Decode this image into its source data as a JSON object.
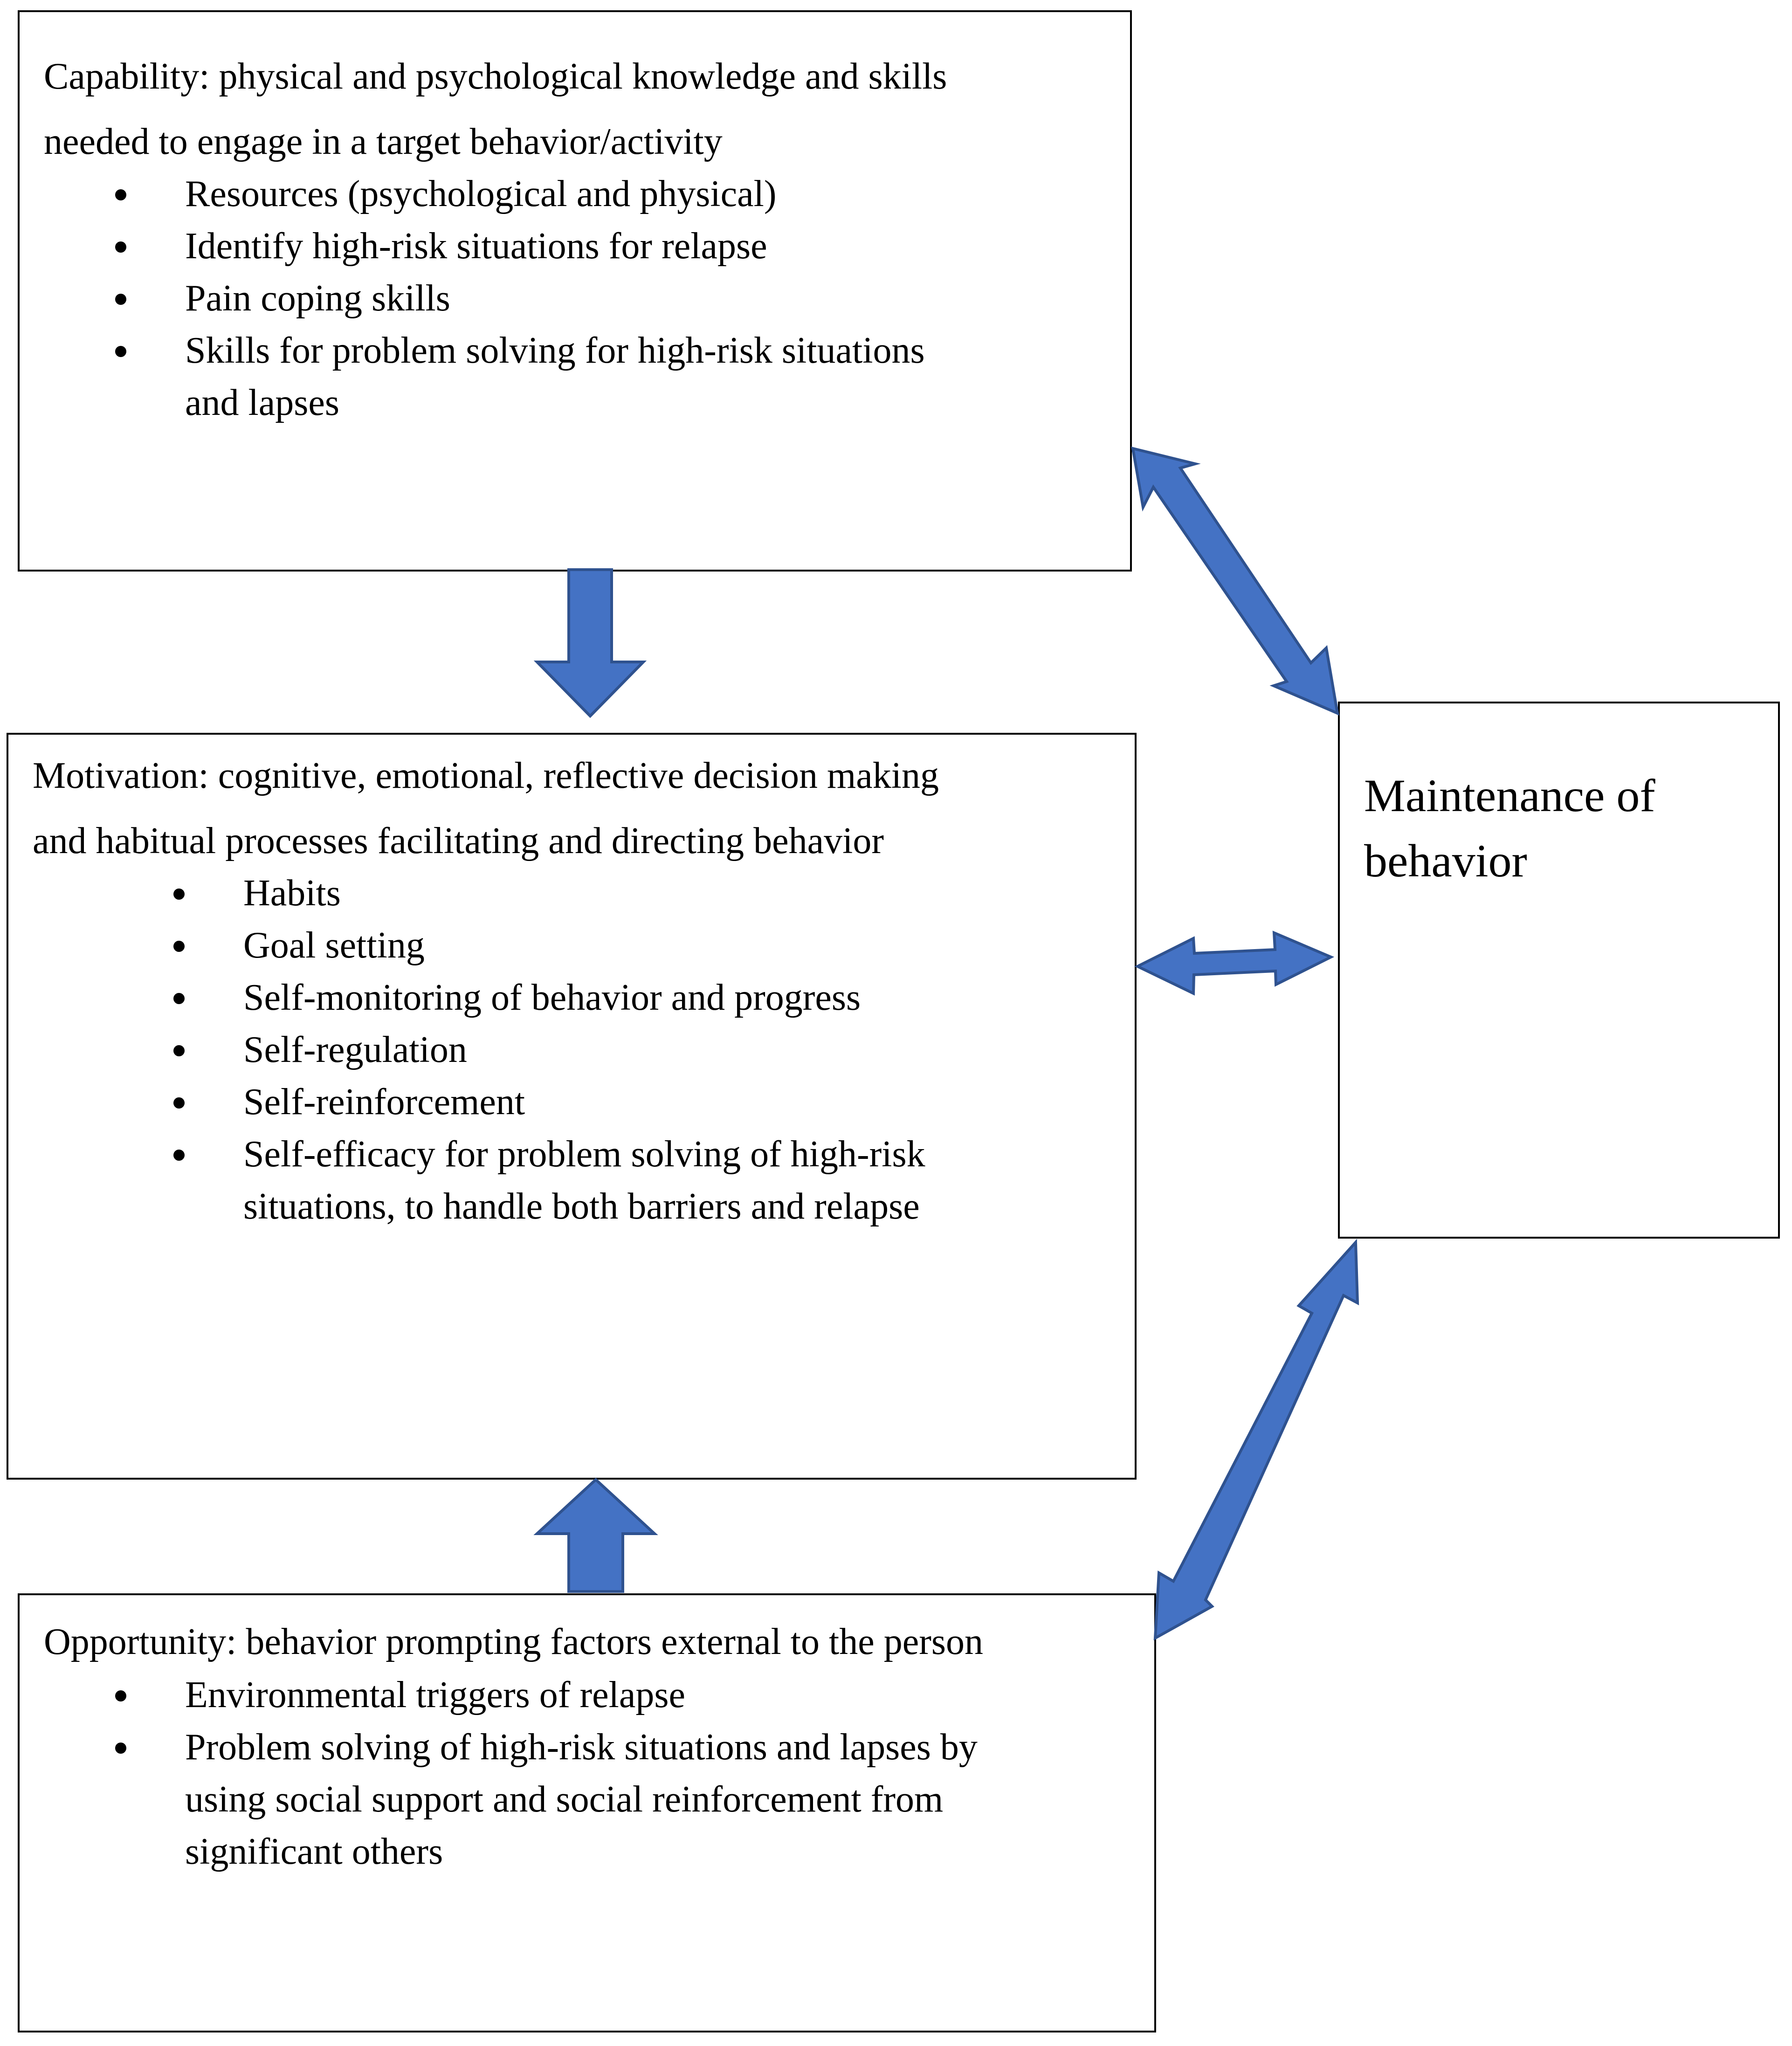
{
  "capability": {
    "heading_line1": "Capability: physical and psychological knowledge and skills",
    "heading_line2": "needed to engage in a target behavior/activity",
    "items": [
      "Resources (psychological and physical)",
      "Identify high-risk situations for relapse",
      "Pain coping skills",
      "Skills for problem solving for high-risk situations",
      "and lapses"
    ]
  },
  "motivation": {
    "heading_line1": "Motivation: cognitive, emotional, reflective decision making",
    "heading_line2": "and habitual processes facilitating and directing behavior",
    "items": [
      "Habits",
      "Goal setting",
      "Self-monitoring of behavior and progress",
      "Self-regulation",
      "Self-reinforcement",
      "Self-efficacy for problem solving of high-risk",
      "situations, to handle both barriers and relapse"
    ]
  },
  "opportunity": {
    "heading": "Opportunity: behavior prompting factors external to the person",
    "items": [
      "Environmental triggers of relapse",
      "Problem solving of high-risk situations and lapses by",
      "using social support and social reinforcement from",
      "significant others"
    ]
  },
  "maintenance": {
    "line1": "Maintenance of",
    "line2": "behavior"
  },
  "colors": {
    "arrow_fill": "#4472C4",
    "arrow_stroke": "#2F528F",
    "box_border": "#000000"
  }
}
